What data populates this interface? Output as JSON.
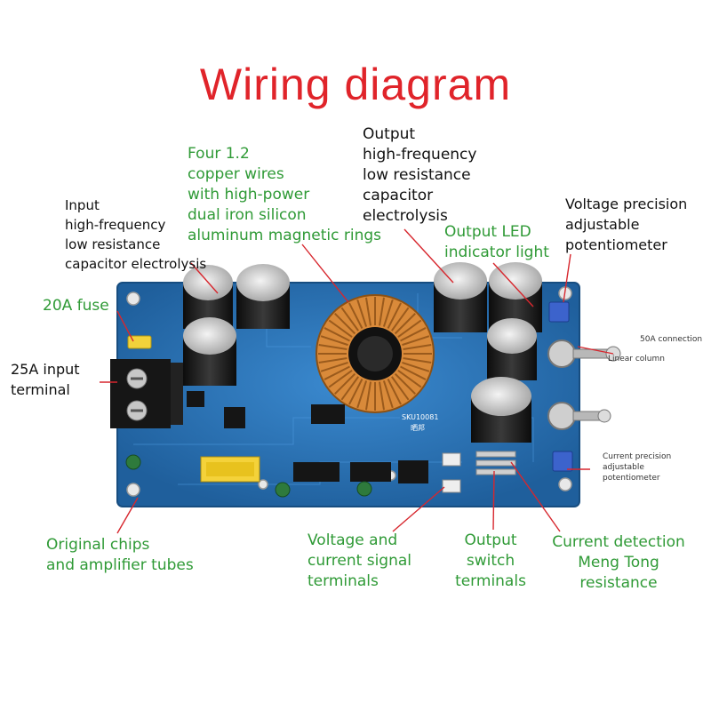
{
  "title": "Wiring diagram",
  "labels": {
    "input_cap": [
      "Input",
      "high-frequency",
      "low resistance",
      "capacitor electrolysis"
    ],
    "copper_wires": [
      "Four 1.2",
      "copper wires",
      "with high-power",
      "dual iron silicon",
      "aluminum magnetic rings"
    ],
    "output_cap": [
      "Output",
      "high-frequency",
      "low resistance",
      "capacitor",
      "electrolysis"
    ],
    "output_led": [
      "Output LED",
      "indicator light"
    ],
    "voltage_pot": [
      "Voltage precision",
      "adjustable",
      "potentiometer"
    ],
    "fuse": "20A fuse",
    "input_terminal": [
      "25A input",
      "terminal"
    ],
    "connection_50a": "50A connection",
    "linear_column": "Linear column",
    "current_pot": [
      "Current precision",
      "adjustable",
      "potentiometer"
    ],
    "chips": [
      "Original chips",
      "and amplifier tubes"
    ],
    "signal_terminals": [
      "Voltage and",
      "current signal",
      "terminals"
    ],
    "switch_terminals": [
      "Output",
      "switch",
      "terminals"
    ],
    "current_detection": [
      "Current detection",
      "Meng Tong",
      "resistance"
    ]
  },
  "board_text": [
    "SKU10081",
    "晒邦"
  ],
  "colors": {
    "title": "#e0242a",
    "green_label": "#2f9a36",
    "leader": "#d7272e",
    "pcb": "#2a74b4",
    "inductor": "#d98a3a"
  }
}
